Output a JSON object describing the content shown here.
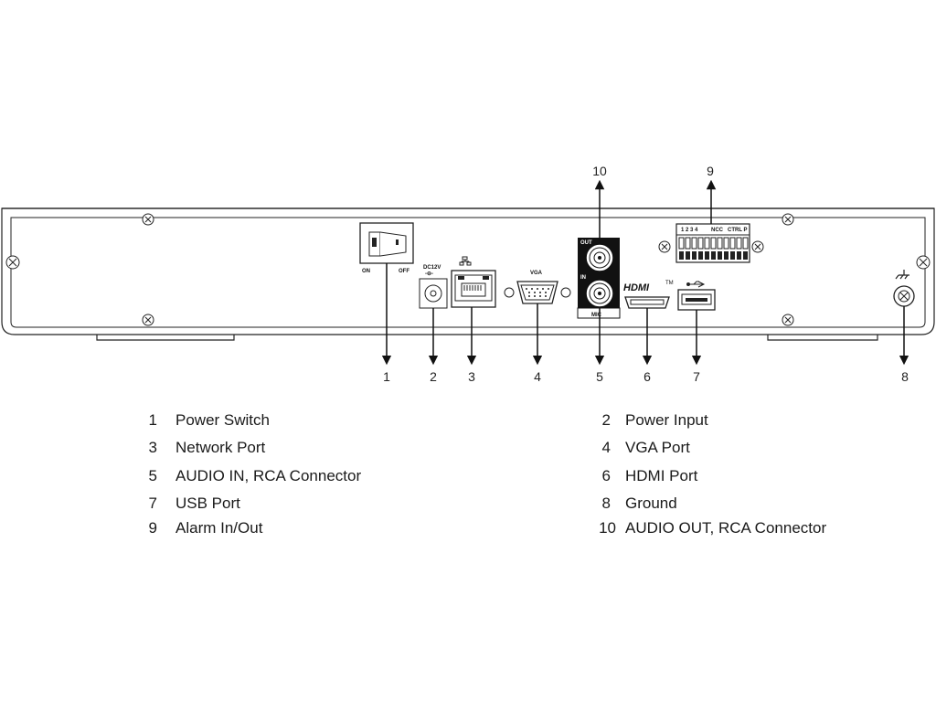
{
  "panel_labels": {
    "on": "ON",
    "off": "OFF",
    "dc12v": "DC12V",
    "vga": "VGA",
    "audio_out": "OUT",
    "audio_in": "IN",
    "mic": "MIC",
    "hdmi": "HDMI",
    "alarm_inputs": "1 2 3 4",
    "alarm_ncc": "NCC",
    "alarm_ctrl": "CTRL P"
  },
  "callouts": [
    "1",
    "2",
    "3",
    "4",
    "5",
    "6",
    "7",
    "8",
    "9",
    "10"
  ],
  "legend": [
    {
      "num": "1",
      "label": "Power Switch"
    },
    {
      "num": "2",
      "label": "Power Input"
    },
    {
      "num": "3",
      "label": "Network Port"
    },
    {
      "num": "4",
      "label": "VGA Port"
    },
    {
      "num": "5",
      "label": "AUDIO IN, RCA Connector"
    },
    {
      "num": "6",
      "label": "HDMI Port"
    },
    {
      "num": "7",
      "label": "USB Port"
    },
    {
      "num": "8",
      "label": "Ground"
    },
    {
      "num": "9",
      "label": "Alarm In/Out"
    },
    {
      "num": "10",
      "label": "AUDIO OUT, RCA Connector"
    }
  ]
}
